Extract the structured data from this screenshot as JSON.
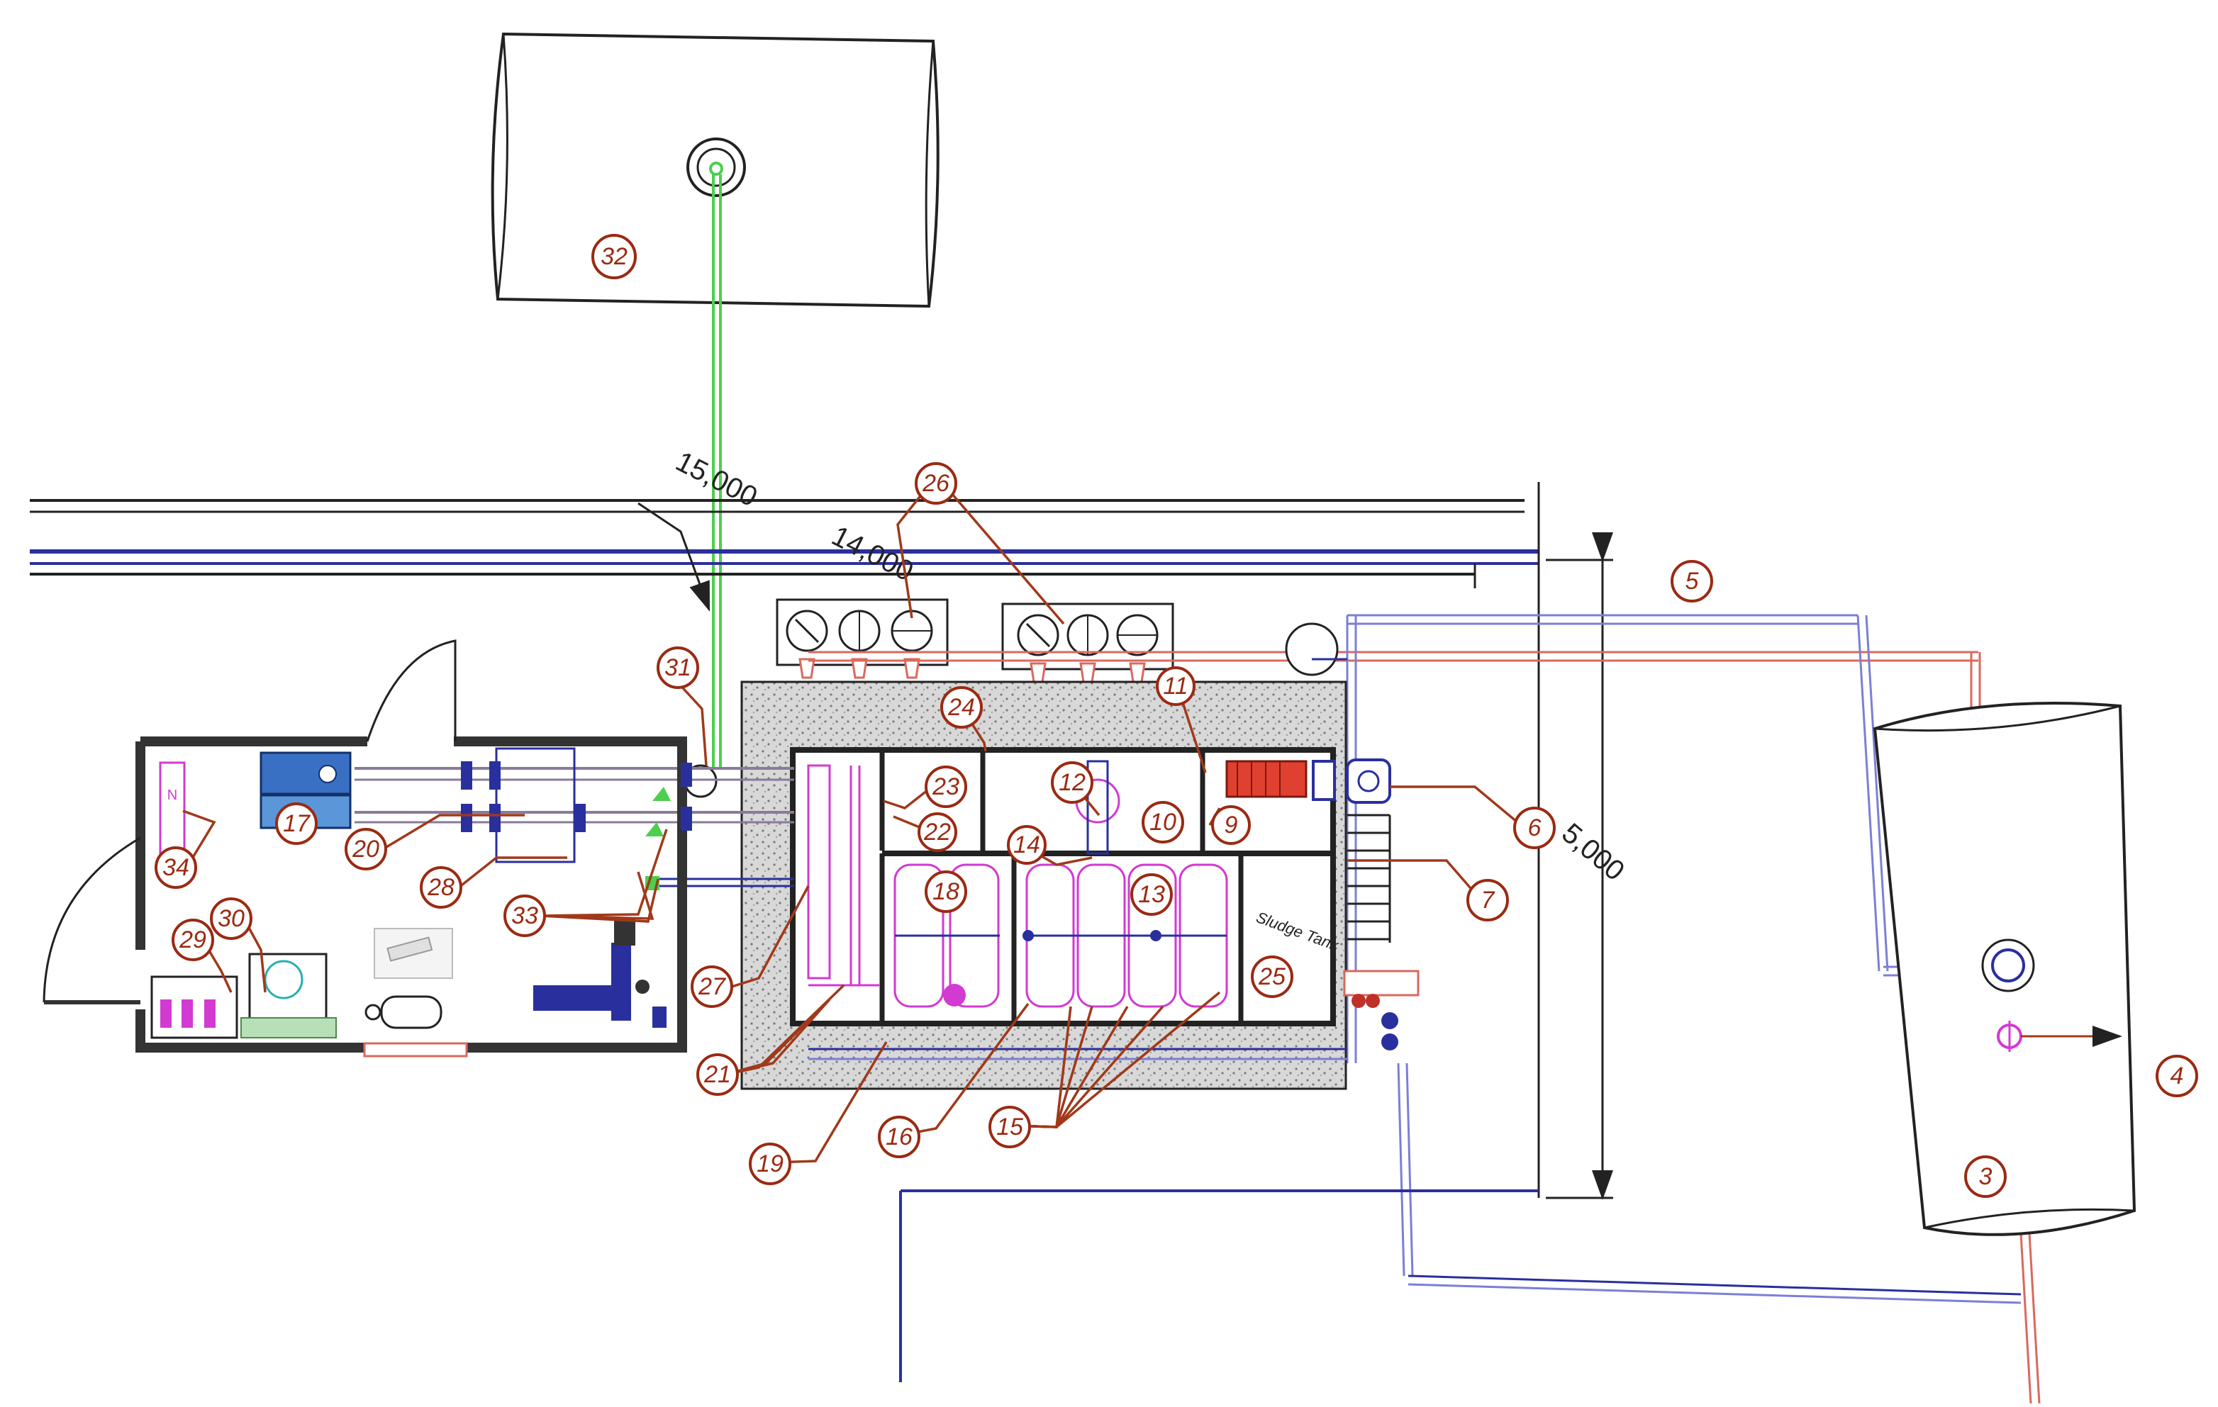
{
  "drawing": {
    "dimensions": {
      "d1": "15,000",
      "d2": "14,000",
      "d3": "5,000"
    },
    "room_label": "Sludge Tank",
    "small_label": "N",
    "callouts": [
      "32",
      "26",
      "5",
      "31",
      "24",
      "23",
      "22",
      "12",
      "11",
      "10",
      "9",
      "14",
      "13",
      "18",
      "6",
      "7",
      "25",
      "34",
      "17",
      "20",
      "28",
      "33",
      "29",
      "30",
      "27",
      "21",
      "19",
      "16",
      "15",
      "4",
      "3"
    ],
    "colors": {
      "callout": "#9a2a12",
      "leader": "#a0391a",
      "water_blue": "#2a2f9e",
      "light_blue": "#7b7fd6",
      "sludge_red": "#d9695d",
      "air_green": "#4ccf4c",
      "magenta": "#d23ad2",
      "outline": "#1a1a1a",
      "hatch": "#cfcfcf"
    }
  }
}
